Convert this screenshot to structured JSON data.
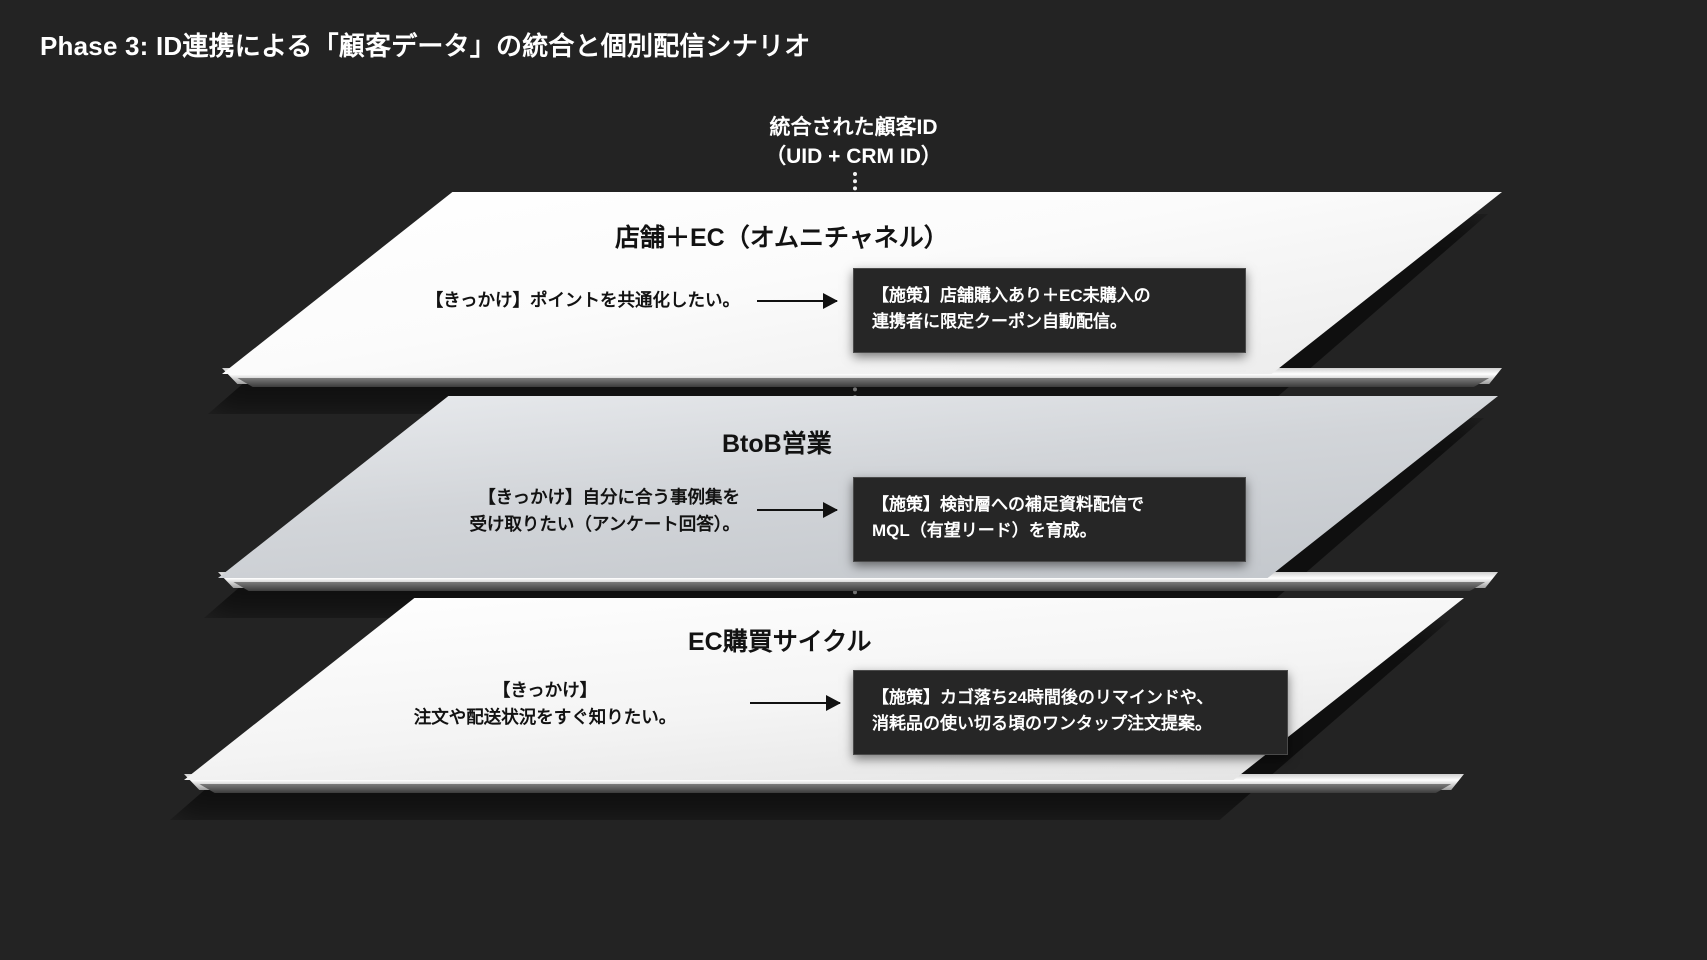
{
  "page": {
    "title": "Phase 3: ID連携による「顧客データ」の統合と個別配信シナリオ",
    "background_color": "#232323",
    "text_color": "#ffffff"
  },
  "connector": {
    "label_line1": "統合された顧客ID",
    "label_line2": "（UID + CRM ID）",
    "style": "dotted-vertical"
  },
  "layers": [
    {
      "id": "omnichannel",
      "title": "店舗＋EC（オムニチャネル）",
      "surface": "white",
      "trigger_line1": "【きっかけ】ポイントを共通化したい。",
      "trigger_line2": "",
      "measure_line1": "【施策】店舗購入あり＋EC未購入の",
      "measure_line2": "連携者に限定クーポン自動配信。"
    },
    {
      "id": "btob-sales",
      "title": "BtoB営業",
      "surface": "grey",
      "trigger_line1": "【きっかけ】自分に合う事例集を",
      "trigger_line2": "受け取りたい（アンケート回答）。",
      "measure_line1": "【施策】検討層への補足資料配信で",
      "measure_line2": "MQL（有望リード）を育成。"
    },
    {
      "id": "ec-purchase-cycle",
      "title": "EC購買サイクル",
      "surface": "white",
      "trigger_line1": "【きっかけ】",
      "trigger_line2": "注文や配送状況をすぐ知りたい。",
      "measure_line1": "【施策】カゴ落ち24時間後のリマインドや、",
      "measure_line2": "消耗品の使い切る頃のワンタップ注文提案。"
    }
  ]
}
